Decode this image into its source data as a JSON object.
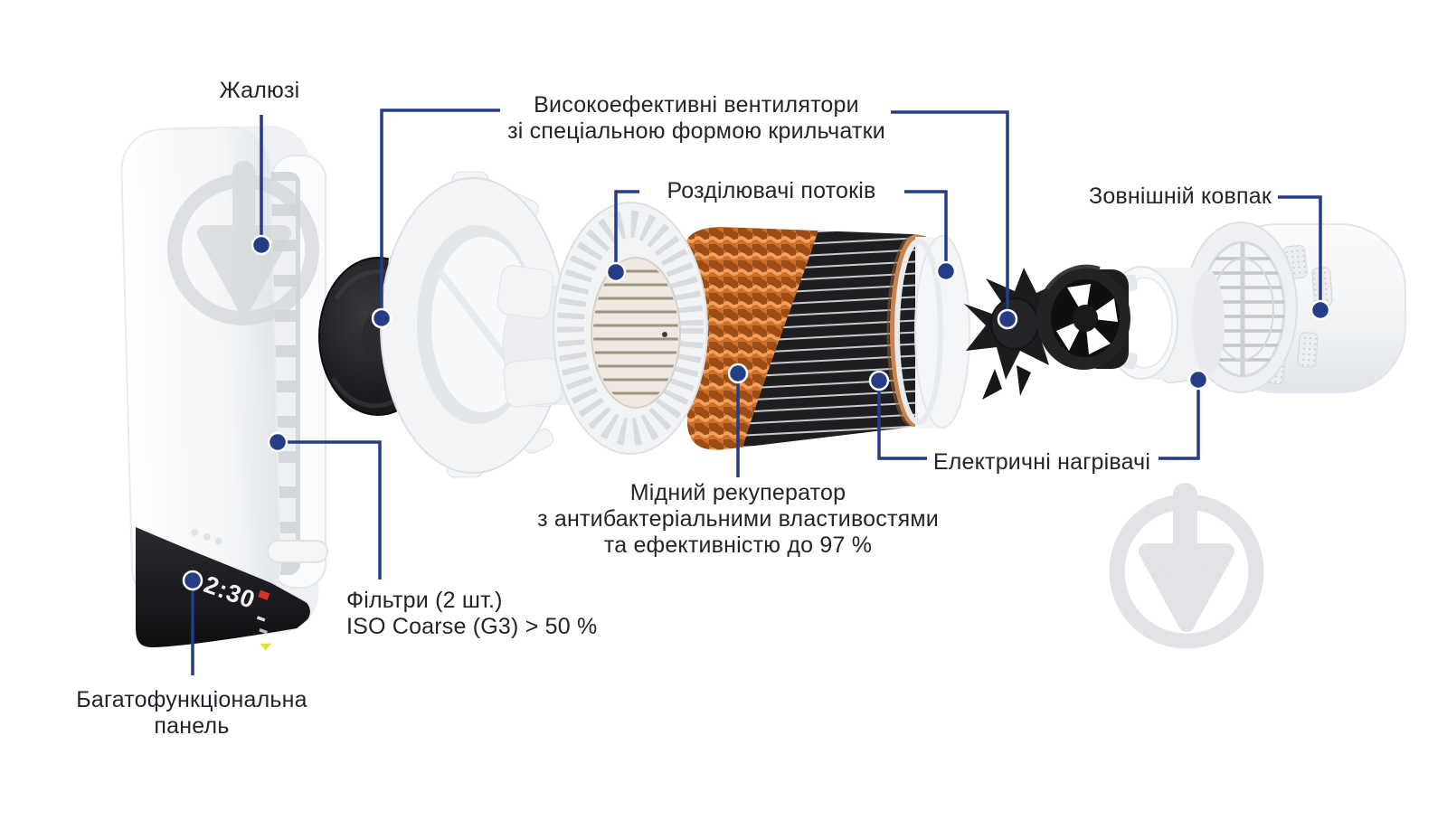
{
  "diagram": {
    "labels": {
      "louvers": {
        "text": "Жалюзі"
      },
      "fans": {
        "line1": "Високоефективні вентилятори",
        "line2": "зі спеціальною формою крильчатки"
      },
      "flow_dividers": {
        "text": "Розділювачі потоків"
      },
      "outer_hood": {
        "text": "Зовнішній ковпак"
      },
      "heaters": {
        "text": "Електричні нагрівачі"
      },
      "recuperator": {
        "line1": "Мідний рекуператор",
        "line2": "з антибактеріальними властивостями",
        "line3": "та ефективністю до 97 %"
      },
      "filters": {
        "line1": "Фільтри (2 шт.)",
        "line2": "ISO Coarse (G3) > 50 %"
      },
      "panel": {
        "line1": "Багатофункціональна",
        "line2": "панель"
      }
    },
    "control_panel": {
      "display_time": "2:30"
    },
    "icons": {
      "watermark": "down-arrow-circle-watermark"
    },
    "colors": {
      "leader_line": "#253c87",
      "label_text": "#212529",
      "recuperator_orange": "#cd6f27",
      "copper_ring": "#c9834f",
      "watermark_gray": "#dfe1e5",
      "alert_red": "#d93025",
      "indicator_yellow": "#e3de3a"
    }
  }
}
